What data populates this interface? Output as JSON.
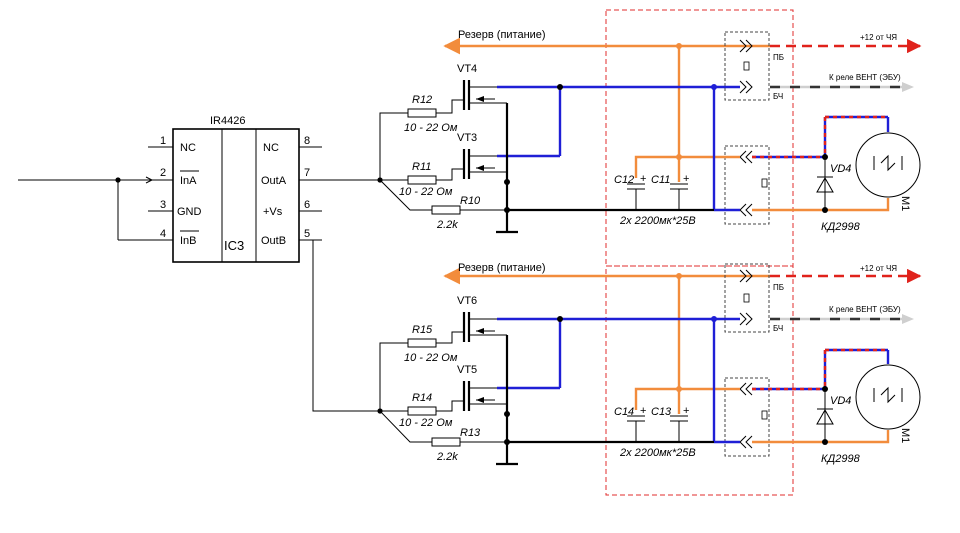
{
  "ic": {
    "part": "IR4426",
    "name": "IC3",
    "left_pins": [
      {
        "num": "1",
        "label": "NC"
      },
      {
        "num": "2",
        "label": "InA"
      },
      {
        "num": "3",
        "label": "GND"
      },
      {
        "num": "4",
        "label": "InB"
      }
    ],
    "right_pins": [
      {
        "num": "8",
        "label": "NC"
      },
      {
        "num": "7",
        "label": "OutA"
      },
      {
        "num": "6",
        "label": "+Vs"
      },
      {
        "num": "5",
        "label": "OutB"
      }
    ]
  },
  "top": {
    "reserve": "Резерв (питание)",
    "plus12": "+12 от ЧЯ",
    "relay": "К реле ВЕНТ (ЭБУ)",
    "pb": "ПБ",
    "bch": "БЧ",
    "vt_upper": "VT4",
    "vt_lower": "VT3",
    "r_upper": "R12",
    "r_lower": "R11",
    "r_val_upper": "10 - 22 Ом",
    "r_val_lower": "10 - 22 Ом",
    "r_pull": "R10",
    "r_pull_val": "2.2k",
    "c_left": "C12",
    "c_right": "C11",
    "cap_note": "2x 2200мк*25В",
    "diode": "VD4",
    "diode_part": "КД2998",
    "motor": "M1"
  },
  "bottom": {
    "reserve": "Резерв (питание)",
    "plus12": "+12 от ЧЯ",
    "relay": "К реле ВЕНТ (ЭБУ)",
    "pb": "ПБ",
    "bch": "БЧ",
    "vt_upper": "VT6",
    "vt_lower": "VT5",
    "r_upper": "R15",
    "r_lower": "R14",
    "r_val_upper": "10 - 22 Ом",
    "r_val_lower": "10 - 22 Ом",
    "r_pull": "R13",
    "r_pull_val": "2.2k",
    "c_left": "C14",
    "c_right": "C13",
    "cap_note": "2x 2200мк*25В",
    "diode": "VD4",
    "diode_part": "КД2998",
    "motor": "M1"
  },
  "plus_sign": "+",
  "colors": {
    "power": "#f28c3c",
    "signal": "#1f1fd6",
    "plus12": "#e0221b",
    "relay": "#cfcfcf",
    "frame": "#e02c2c"
  }
}
